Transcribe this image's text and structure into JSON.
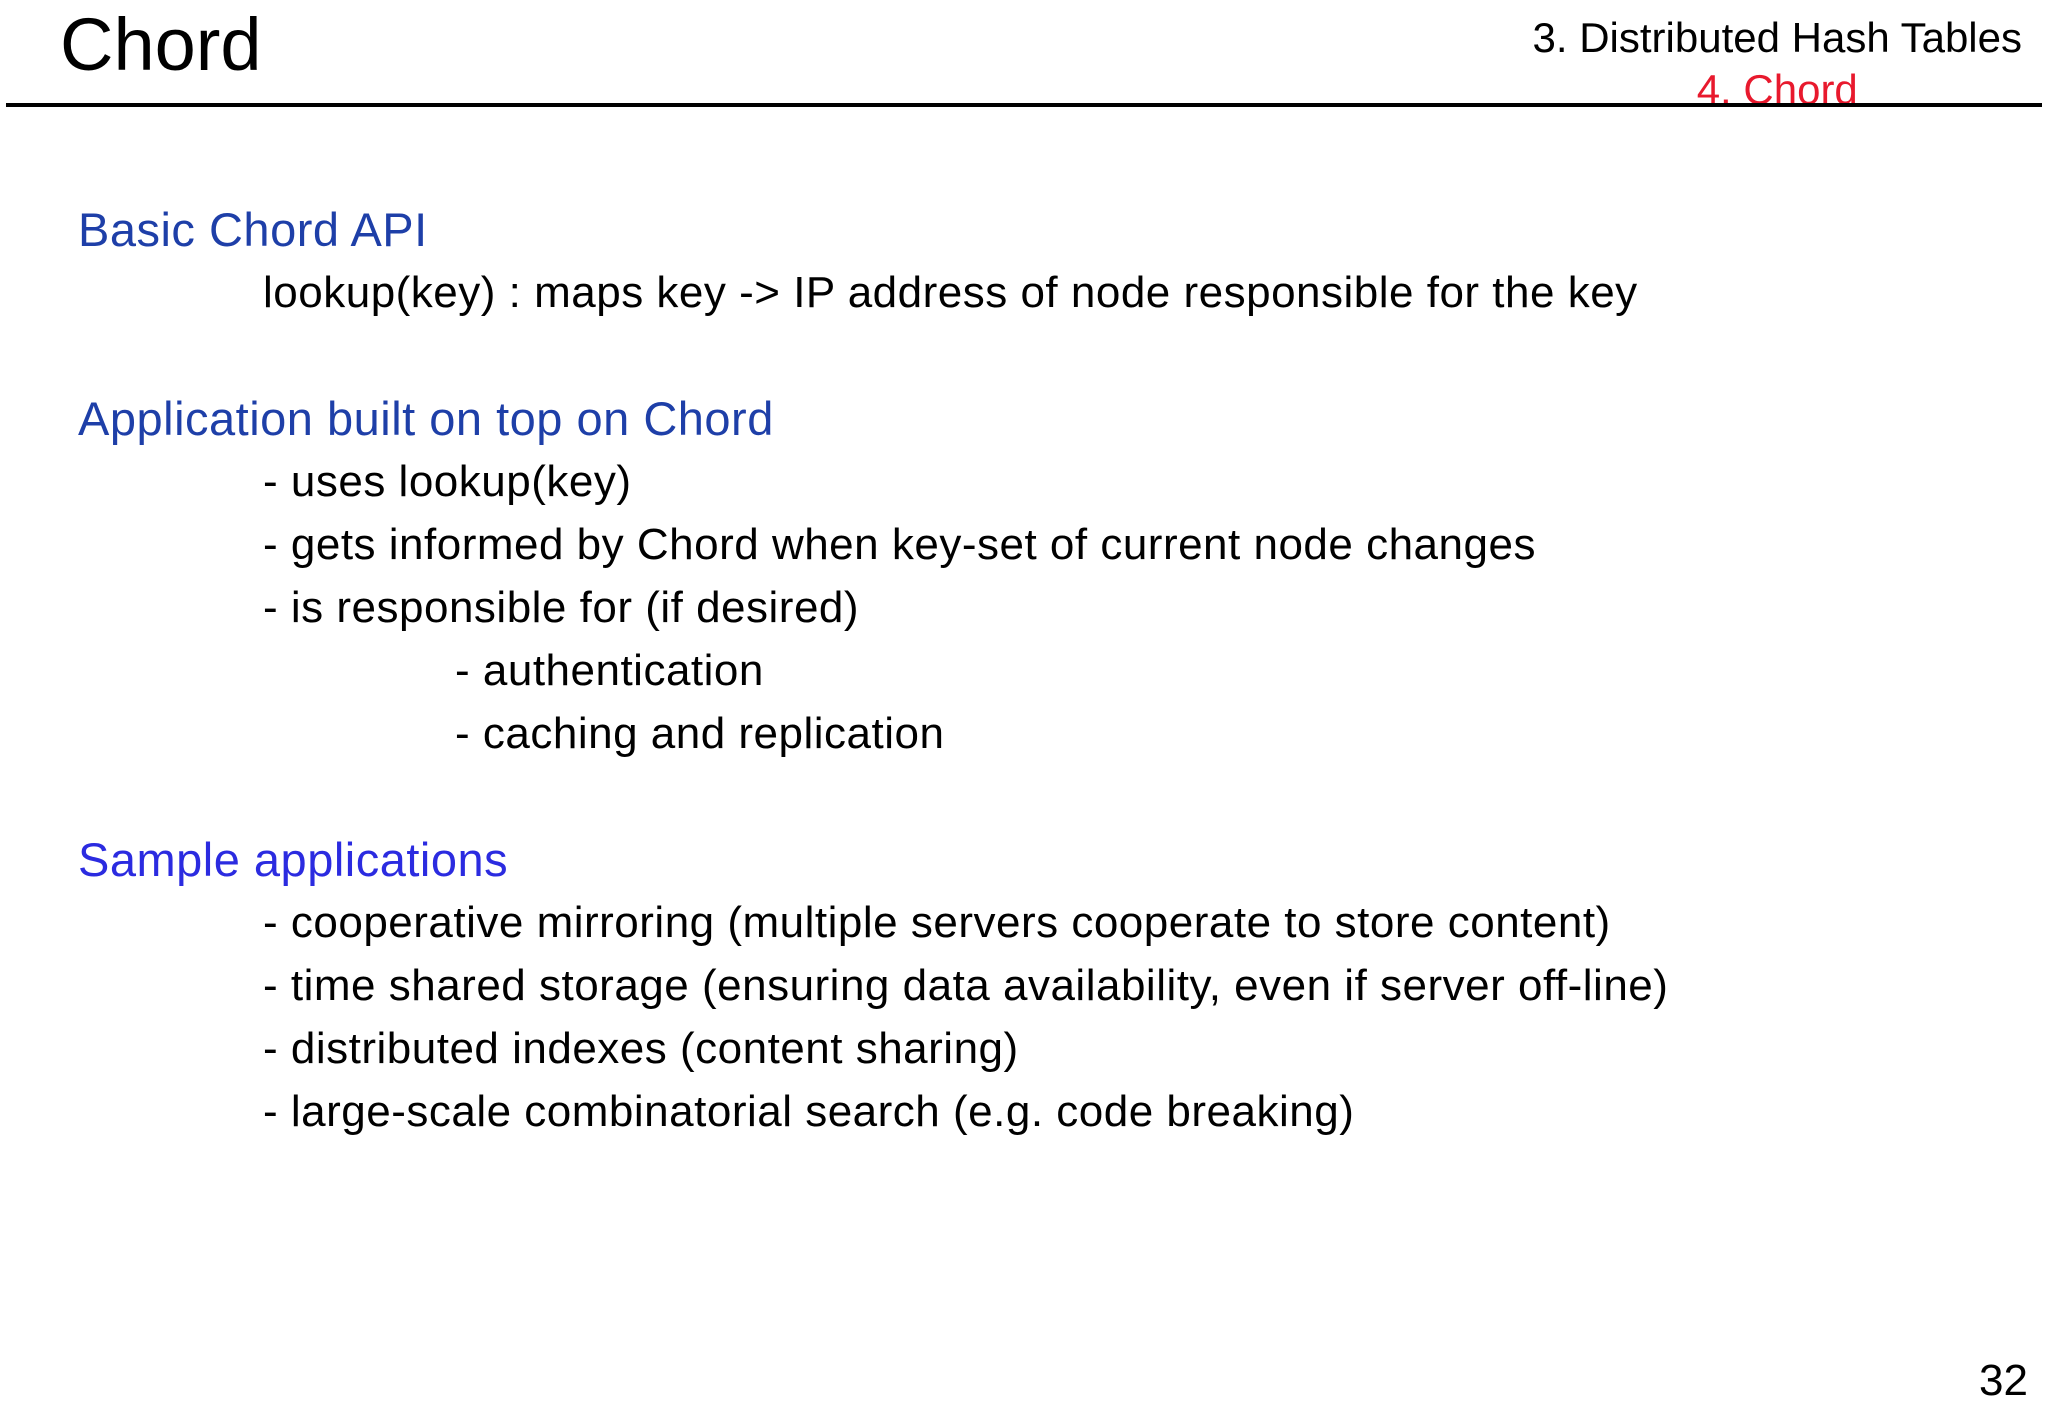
{
  "header": {
    "title": "Chord",
    "chapter": "3. Distributed Hash Tables",
    "section": "4. Chord"
  },
  "colors": {
    "background": "#ffffff",
    "text": "#000000",
    "heading_blue": "#1e3fa8",
    "sample_blue": "#2b2be0",
    "accent_red": "#e8192d",
    "rule_black": "#000000"
  },
  "sections": [
    {
      "heading": "Basic Chord API",
      "items": [
        {
          "text": "lookup(key) : maps key -> IP address of node responsible for the key",
          "level": 1
        }
      ]
    },
    {
      "heading": "Application built on top on Chord",
      "items": [
        {
          "text": "- uses lookup(key)",
          "level": 1
        },
        {
          "text": "- gets informed by Chord when key-set of current node changes",
          "level": 1
        },
        {
          "text": "- is responsible for (if desired)",
          "level": 1
        },
        {
          "text": "- authentication",
          "level": 2
        },
        {
          "text": "- caching and replication",
          "level": 2
        }
      ]
    },
    {
      "heading": "Sample applications",
      "items": [
        {
          "text": "- cooperative mirroring (multiple servers cooperate to store content)",
          "level": 1
        },
        {
          "text": "- time shared storage (ensuring data availability, even if server off-line)",
          "level": 1
        },
        {
          "text": "- distributed indexes (content sharing)",
          "level": 1
        },
        {
          "text": "- large-scale combinatorial search (e.g. code breaking)",
          "level": 1
        }
      ]
    }
  ],
  "footer": {
    "page_number": "32"
  }
}
